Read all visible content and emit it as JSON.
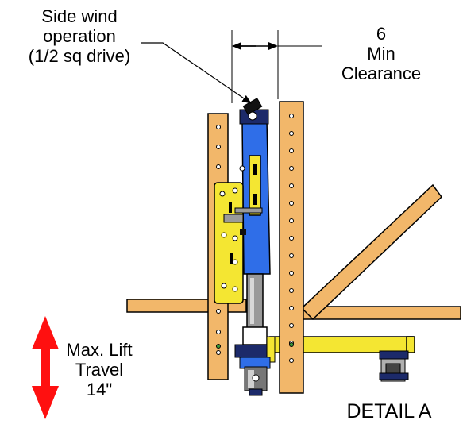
{
  "labels": {
    "side_wind": [
      "Side wind",
      "operation",
      "(1/2 sq drive)"
    ],
    "clearance": [
      "6",
      "Min",
      "Clearance"
    ],
    "lift": [
      "Max. Lift",
      "Travel",
      "14\""
    ],
    "detail": "DETAIL  A"
  },
  "colors": {
    "post": "#f2b76a",
    "cylinder": "#2f6ee8",
    "bracket": "#f4e632",
    "arrow": "#ff1010",
    "steel": "#9a9a9a",
    "dark": "#1c2a6a",
    "outline": "#000000"
  }
}
